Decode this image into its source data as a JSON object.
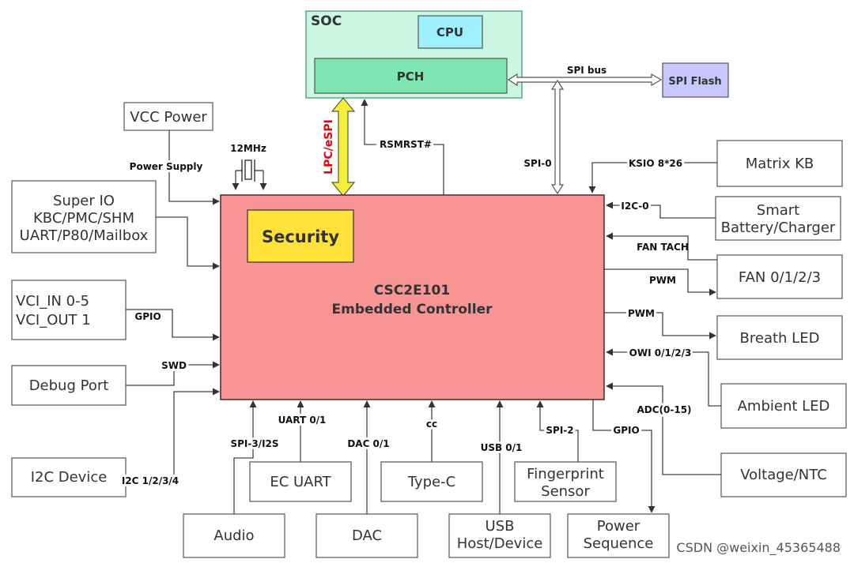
{
  "soc": {
    "title": "SOC",
    "cpu": "CPU",
    "pch": "PCH"
  },
  "spi_flash": "SPI Flash",
  "ec": {
    "title": "CSC2E101",
    "subtitle": "Embedded Controller",
    "security": "Security"
  },
  "left": {
    "vcc_power": "VCC Power",
    "super_io": [
      "Super IO",
      "KBC/PMC/SHM",
      "UART/P80/Mailbox"
    ],
    "vci": [
      "VCI_IN 0-5",
      "VCI_OUT 1"
    ],
    "debug_port": "Debug Port",
    "i2c_device": "I2C Device"
  },
  "right": {
    "matrix_kb": "Matrix KB",
    "battery": [
      "Smart",
      "Battery/Charger"
    ],
    "fan": "FAN 0/1/2/3",
    "breath_led": "Breath LED",
    "ambient_led": "Ambient LED",
    "voltage": "Voltage/NTC"
  },
  "bottom": {
    "audio": "Audio",
    "ec_uart": "EC UART",
    "dac": "DAC",
    "type_c": "Type-C",
    "usb": [
      "USB",
      "Host/Device"
    ],
    "fingerprint": [
      "Fingerprint",
      "Sensor"
    ],
    "power_seq": [
      "Power",
      "Sequence"
    ]
  },
  "signals": {
    "spi_bus": "SPI bus",
    "lpc": "LPC/eSPI",
    "rsmrst": "RSMRST#",
    "spi0": "SPI-0",
    "ksio": "KSIO 8*26",
    "i2c0": "I2C-0",
    "fan_tach": "FAN TACH",
    "pwm_fan": "PWM",
    "pwm_led": "PWM",
    "owi": "OWI 0/1/2/3",
    "adc": "ADC(0-15)",
    "gpio_right": "GPIO",
    "spi2": "SPI-2",
    "usb01": "USB 0/1",
    "cc": "cc",
    "dac01": "DAC 0/1",
    "uart01": "UART 0/1",
    "spi3": "SPI-3/I2S",
    "i2c1234": "I2C 1/2/3/4",
    "swd": "SWD",
    "gpio_left": "GPIO",
    "power_supply": "Power Supply",
    "clock": "12MHz"
  },
  "watermark": "CSDN @weixin_45365488",
  "colors": {
    "soc_fill": "#ccf5e3",
    "soc_stroke": "#5aa58a",
    "cpu_fill": "#9ff0ff",
    "pch_fill": "#7de6b0",
    "spi_flash_fill": "#c8c8ff",
    "ec_fill": "#f89494",
    "security_fill": "#ffe13a",
    "lpc_arrow": "#f5ef3a",
    "lpc_text": "#e8000f"
  }
}
